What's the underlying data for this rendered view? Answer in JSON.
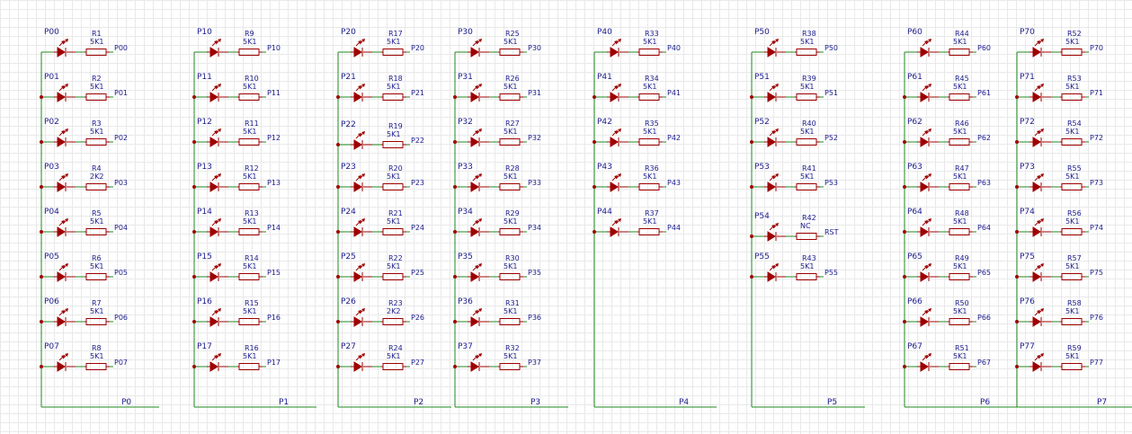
{
  "groups": [
    {
      "bus": "P0",
      "rows": [
        {
          "led": "P00",
          "res": "R1",
          "val": "5K1",
          "net": "P00"
        },
        {
          "led": "P01",
          "res": "R2",
          "val": "5K1",
          "net": "P01"
        },
        {
          "led": "P02",
          "res": "R3",
          "val": "5K1",
          "net": "P02"
        },
        {
          "led": "P03",
          "res": "R4",
          "val": "2K2",
          "net": "P03"
        },
        {
          "led": "P04",
          "res": "R5",
          "val": "5K1",
          "net": "P04"
        },
        {
          "led": "P05",
          "res": "R6",
          "val": "5K1",
          "net": "P05"
        },
        {
          "led": "P06",
          "res": "R7",
          "val": "5K1",
          "net": "P06"
        },
        {
          "led": "P07",
          "res": "R8",
          "val": "5K1",
          "net": "P07"
        }
      ]
    },
    {
      "bus": "P1",
      "rows": [
        {
          "led": "P10",
          "res": "R9",
          "val": "5K1",
          "net": "P10"
        },
        {
          "led": "P11",
          "res": "R10",
          "val": "5K1",
          "net": "P11"
        },
        {
          "led": "P12",
          "res": "R11",
          "val": "5K1",
          "net": "P12"
        },
        {
          "led": "P13",
          "res": "R12",
          "val": "5K1",
          "net": "P13"
        },
        {
          "led": "P14",
          "res": "R13",
          "val": "5K1",
          "net": "P14"
        },
        {
          "led": "P15",
          "res": "R14",
          "val": "5K1",
          "net": "P15"
        },
        {
          "led": "P16",
          "res": "R15",
          "val": "5K1",
          "net": "P16"
        },
        {
          "led": "P17",
          "res": "R16",
          "val": "5K1",
          "net": "P17"
        }
      ]
    },
    {
      "bus": "P2",
      "rows": [
        {
          "led": "P20",
          "res": "R17",
          "val": "5K1",
          "net": "P20"
        },
        {
          "led": "P21",
          "res": "R18",
          "val": "5K1",
          "net": "P21"
        },
        {
          "led": "P22",
          "res": "R19",
          "val": "5K1",
          "net": "P22"
        },
        {
          "led": "P23",
          "res": "R20",
          "val": "5K1",
          "net": "P23"
        },
        {
          "led": "P24",
          "res": "R21",
          "val": "5K1",
          "net": "P24"
        },
        {
          "led": "P25",
          "res": "R22",
          "val": "5K1",
          "net": "P25"
        },
        {
          "led": "P26",
          "res": "R23",
          "val": "2K2",
          "net": "P26"
        },
        {
          "led": "P27",
          "res": "R24",
          "val": "5K1",
          "net": "P27"
        }
      ]
    },
    {
      "bus": "P3",
      "rows": [
        {
          "led": "P30",
          "res": "R25",
          "val": "5K1",
          "net": "P30"
        },
        {
          "led": "P31",
          "res": "R26",
          "val": "5K1",
          "net": "P31"
        },
        {
          "led": "P32",
          "res": "R27",
          "val": "5K1",
          "net": "P32"
        },
        {
          "led": "P33",
          "res": "R28",
          "val": "5K1",
          "net": "P33"
        },
        {
          "led": "P34",
          "res": "R29",
          "val": "5K1",
          "net": "P34"
        },
        {
          "led": "P35",
          "res": "R30",
          "val": "5K1",
          "net": "P35"
        },
        {
          "led": "P36",
          "res": "R31",
          "val": "5K1",
          "net": "P36"
        },
        {
          "led": "P37",
          "res": "R32",
          "val": "5K1",
          "net": "P37"
        }
      ]
    },
    {
      "bus": "P4",
      "rows": [
        {
          "led": "P40",
          "res": "R33",
          "val": "5K1",
          "net": "P40"
        },
        {
          "led": "P41",
          "res": "R34",
          "val": "5K1",
          "net": "P41"
        },
        {
          "led": "P42",
          "res": "R35",
          "val": "5K1",
          "net": "P42"
        },
        {
          "led": "P43",
          "res": "R36",
          "val": "5K1",
          "net": "P43"
        },
        {
          "led": "P44",
          "res": "R37",
          "val": "5K1",
          "net": "P44"
        }
      ]
    },
    {
      "bus": "P5",
      "rows": [
        {
          "led": "P50",
          "res": "R38",
          "val": "5K1",
          "net": "P50"
        },
        {
          "led": "P51",
          "res": "R39",
          "val": "5K1",
          "net": "P51"
        },
        {
          "led": "P52",
          "res": "R40",
          "val": "5K1",
          "net": "P52"
        },
        {
          "led": "P53",
          "res": "R41",
          "val": "5K1",
          "net": "P53"
        },
        {
          "led": "P54",
          "res": "R42",
          "val": "NC",
          "net": "RST"
        },
        {
          "led": "P55",
          "res": "R43",
          "val": "5K1",
          "net": "P55"
        }
      ]
    },
    {
      "bus": "P6",
      "rows": [
        {
          "led": "P60",
          "res": "R44",
          "val": "5K1",
          "net": "P60"
        },
        {
          "led": "P61",
          "res": "R45",
          "val": "5K1",
          "net": "P61"
        },
        {
          "led": "P62",
          "res": "R46",
          "val": "5K1",
          "net": "P62"
        },
        {
          "led": "P63",
          "res": "R47",
          "val": "5K1",
          "net": "P63"
        },
        {
          "led": "P64",
          "res": "R48",
          "val": "5K1",
          "net": "P64"
        },
        {
          "led": "P65",
          "res": "R49",
          "val": "5K1",
          "net": "P65"
        },
        {
          "led": "P66",
          "res": "R50",
          "val": "5K1",
          "net": "P66"
        },
        {
          "led": "P67",
          "res": "R51",
          "val": "5K1",
          "net": "P67"
        }
      ]
    },
    {
      "bus": "P7",
      "rows": [
        {
          "led": "P70",
          "res": "R52",
          "val": "5K1",
          "net": "P70"
        },
        {
          "led": "P71",
          "res": "R53",
          "val": "5K1",
          "net": "P71"
        },
        {
          "led": "P72",
          "res": "R54",
          "val": "5K1",
          "net": "P72"
        },
        {
          "led": "P73",
          "res": "R55",
          "val": "5K1",
          "net": "P73"
        },
        {
          "led": "P74",
          "res": "R56",
          "val": "5K1",
          "net": "P74"
        },
        {
          "led": "P75",
          "res": "R57",
          "val": "5K1",
          "net": "P75"
        },
        {
          "led": "P76",
          "res": "R58",
          "val": "5K1",
          "net": "P76"
        },
        {
          "led": "P77",
          "res": "R59",
          "val": "5K1",
          "net": "P77"
        }
      ]
    }
  ],
  "colors": {
    "wire": "#1f8a1f",
    "component": "#9e0000",
    "label": "#1a1a8c",
    "grid": "#e9e9e9"
  }
}
